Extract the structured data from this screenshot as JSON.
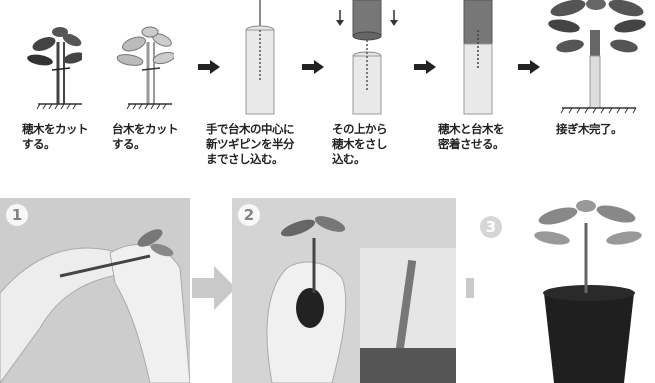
{
  "steps": [
    {
      "caption": "穂木をカット\nする。"
    },
    {
      "caption": "台木をカット\nする。"
    },
    {
      "caption": "手で台木の中心に\n新ツギピンを半分\nまでさし込む。"
    },
    {
      "caption": "その上から\n穂木をさし\n込む。"
    },
    {
      "caption": "穂木と台木を\n密着させる。"
    },
    {
      "caption": "接ぎ木完了。"
    }
  ],
  "photos": [
    {
      "number": "1"
    },
    {
      "number": "2"
    },
    {
      "number": "3"
    }
  ]
}
